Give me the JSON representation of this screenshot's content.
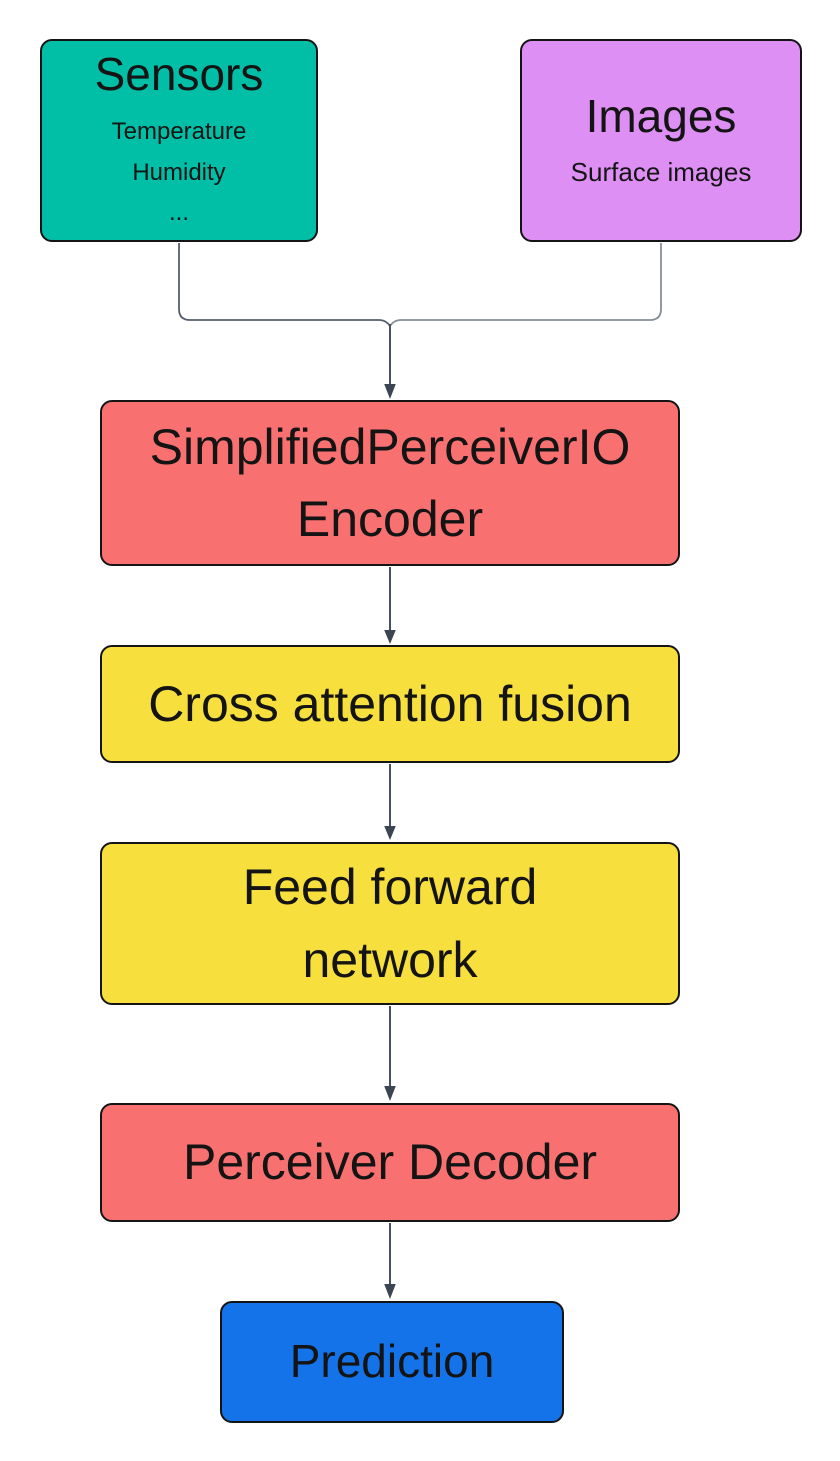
{
  "diagram": {
    "background_color": "#ffffff",
    "border_color": "#141414",
    "text_color": "#141414",
    "nodes": {
      "sensors": {
        "title": "Sensors",
        "details": [
          "Temperature",
          "Humidity",
          "..."
        ],
        "fill": "#00BFA6"
      },
      "images": {
        "title": "Images",
        "details": [
          "Surface images"
        ],
        "fill": "#DD8FF4"
      },
      "encoder": {
        "label": "SimplifiedPerceiverIO\nEncoder",
        "fill": "#F87170"
      },
      "fusion": {
        "label": "Cross attention fusion",
        "fill": "#F7DF3D"
      },
      "ffn": {
        "label": "Feed forward\nnetwork",
        "fill": "#F7DF3D"
      },
      "decoder": {
        "label": "Perceiver Decoder",
        "fill": "#F87170"
      },
      "prediction": {
        "label": "Prediction",
        "fill": "#1473E8"
      }
    },
    "connectors": {
      "sensors_line_color": "#555E6B",
      "images_line_color": "#868E98",
      "arrow_line_color": "#47505E",
      "arrowhead_color": "#3B4553"
    }
  }
}
